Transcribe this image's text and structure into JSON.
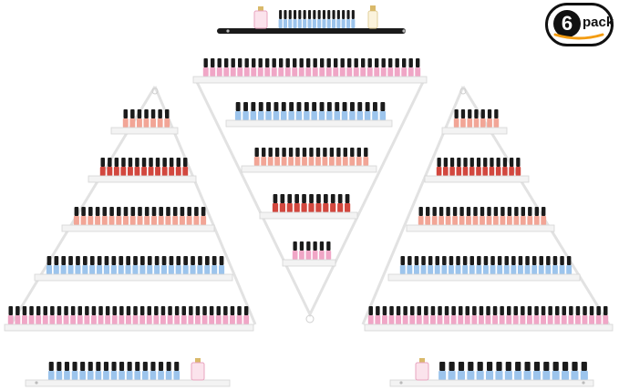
{
  "badge": {
    "count": "6",
    "label": "pack",
    "smile_color": "#f39c12"
  },
  "colors": {
    "shelf": "#f3f3f3",
    "shelf_edge": "#d4d4d4",
    "frame": "#e2e2e2",
    "black_shelf": "#1a1a1a",
    "bottle_cap": "#1b1b1b",
    "pink": "#f0a6c6",
    "blue": "#9cc4ec",
    "salmon": "#f2a596",
    "red": "#d2473e"
  },
  "shelves": [
    {
      "name": "black-top-shelf",
      "bottles": "blue",
      "count": 16
    },
    {
      "name": "left-tier-1",
      "bottles": "salmon",
      "count": 7
    },
    {
      "name": "left-tier-2",
      "bottles": "red",
      "count": 13
    },
    {
      "name": "left-tier-3",
      "bottles": "salmon",
      "count": 19
    },
    {
      "name": "left-tier-4",
      "bottles": "blue",
      "count": 25
    },
    {
      "name": "left-tier-5",
      "bottles": "pink",
      "count": 35
    },
    {
      "name": "center-tier-1",
      "bottles": "pink",
      "count": 32
    },
    {
      "name": "center-tier-2",
      "bottles": "blue",
      "count": 20
    },
    {
      "name": "center-tier-3",
      "bottles": "salmon",
      "count": 17
    },
    {
      "name": "center-tier-4",
      "bottles": "red",
      "count": 11
    },
    {
      "name": "center-tier-5",
      "bottles": "pink",
      "count": 6
    },
    {
      "name": "right-tier-1",
      "bottles": "salmon",
      "count": 7
    },
    {
      "name": "right-tier-2",
      "bottles": "red",
      "count": 13
    },
    {
      "name": "right-tier-3",
      "bottles": "salmon",
      "count": 19
    },
    {
      "name": "right-tier-4",
      "bottles": "blue",
      "count": 25
    },
    {
      "name": "right-tier-5",
      "bottles": "pink",
      "count": 35
    },
    {
      "name": "bottom-left-shelf",
      "bottles": "blue",
      "count": 17
    },
    {
      "name": "bottom-right-shelf",
      "bottles": "blue",
      "count": 16
    }
  ]
}
